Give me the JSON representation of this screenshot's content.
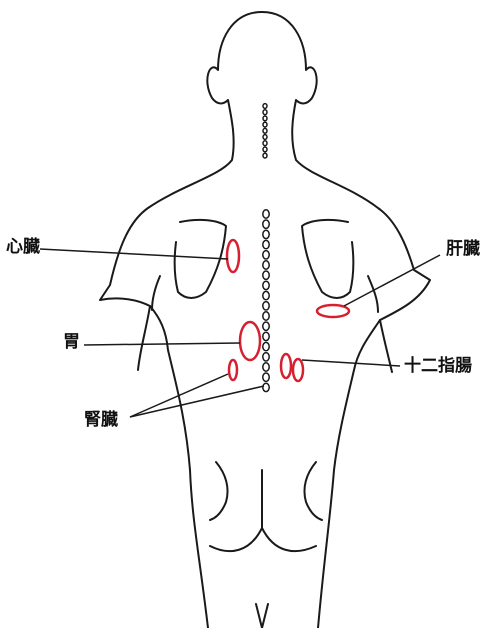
{
  "colors": {
    "outline": "#1a1a1a",
    "marker": "#d62030",
    "background": "#ffffff"
  },
  "labels": {
    "heart": "心臓",
    "liver": "肝臓",
    "stomach": "胃",
    "duodenum": "十二指腸",
    "kidney": "腎臓"
  }
}
